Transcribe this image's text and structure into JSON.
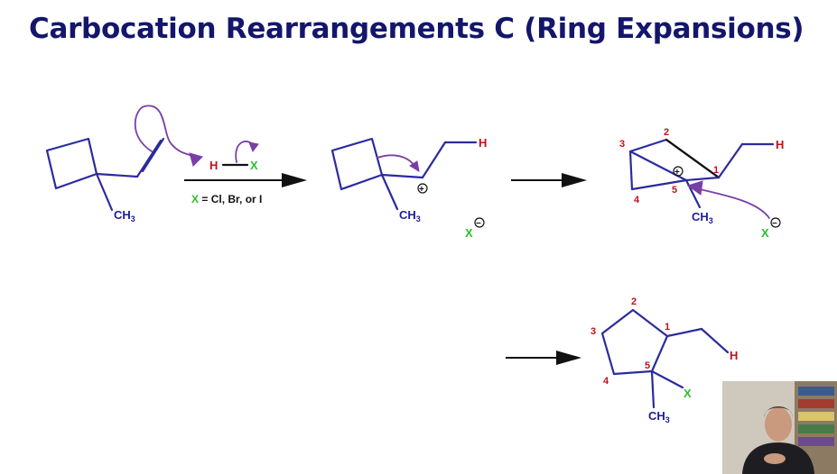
{
  "title": "Carbocation Rearrangements C (Ring Expansions)",
  "colors": {
    "title": "#14166b",
    "bond": "#2b2b9e",
    "label_blue": "#1e1e9a",
    "label_red": "#c0121c",
    "label_green": "#2bbf2b",
    "curved_arrow": "#7a3fa6"
  },
  "reagent": {
    "h": "H",
    "x": "X",
    "condition_x": "X",
    "condition_text": " = Cl, Br, or I"
  },
  "labels": {
    "ch3": "CH",
    "ch3_sub": "3",
    "h": "H",
    "x": "X",
    "minus": "−",
    "plus": "+"
  },
  "ring_numbers": [
    "1",
    "2",
    "3",
    "4",
    "5"
  ],
  "webcam": {
    "icon": "presenter-video-icon"
  }
}
